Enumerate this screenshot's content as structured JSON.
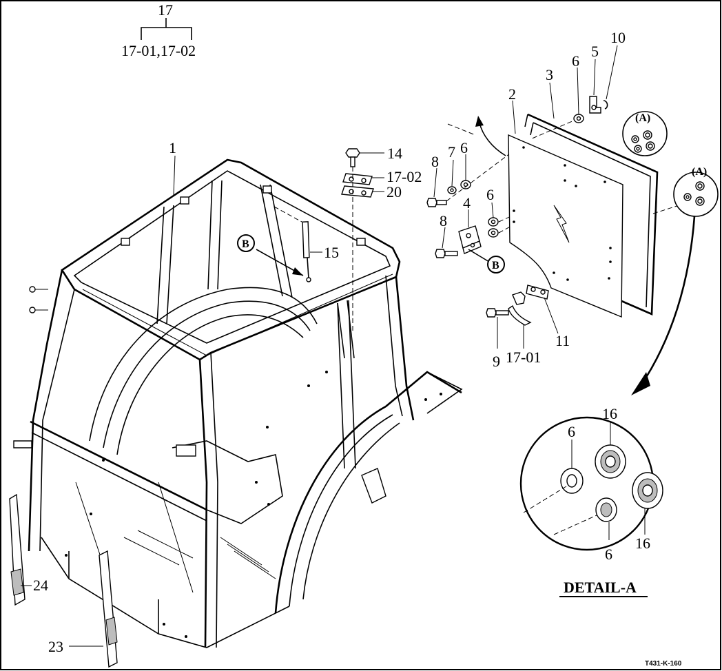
{
  "drawing_id": "T431-K-160",
  "detail_title": "DETAIL-A",
  "callouts": {
    "assy": "17",
    "assy_parts": "17-01,17-02",
    "frame": "1",
    "glass": "2",
    "seal": "3",
    "hinge": "4",
    "latch_pin": "5",
    "washer_a": "6",
    "washer_b": "6",
    "washer_c": "6",
    "washer_small": "7",
    "bolt_a": "8",
    "bolt_b": "8",
    "bolt_c": "9",
    "clip": "10",
    "handle_plate": "11",
    "bolt_top": "14",
    "gas_strut": "15",
    "plate_17_02": "17-02",
    "plate_20": "20",
    "handle_17_01": "17-01",
    "trim_rear": "23",
    "trim_front": "24",
    "detail_washer_top": "6",
    "detail_washer_bottom": "6",
    "detail_grommet_top": "16",
    "detail_grommet_right": "16"
  },
  "markers": {
    "view_b_left": "B",
    "view_b_right": "B",
    "view_a_top": "(A)",
    "view_a_right": "(A)"
  }
}
